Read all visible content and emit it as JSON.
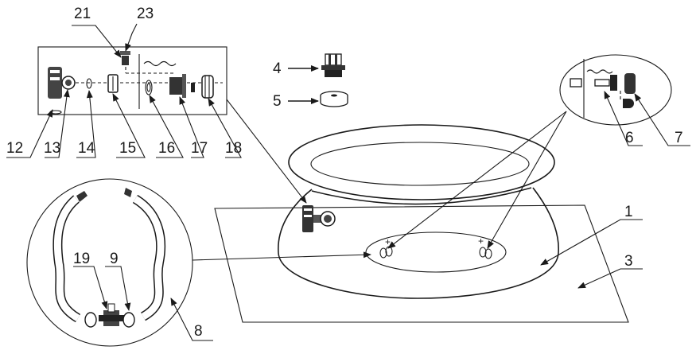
{
  "diagram": {
    "labels": {
      "l1": "1",
      "l3": "3",
      "l4": "4",
      "l5": "5",
      "l6": "6",
      "l7": "7",
      "l8": "8",
      "l9": "9",
      "l12": "12",
      "l13": "13",
      "l14": "14",
      "l15": "15",
      "l16": "16",
      "l17": "17",
      "l18": "18",
      "l19": "19",
      "l21": "21",
      "l23": "23"
    },
    "plus_sign": "+"
  }
}
